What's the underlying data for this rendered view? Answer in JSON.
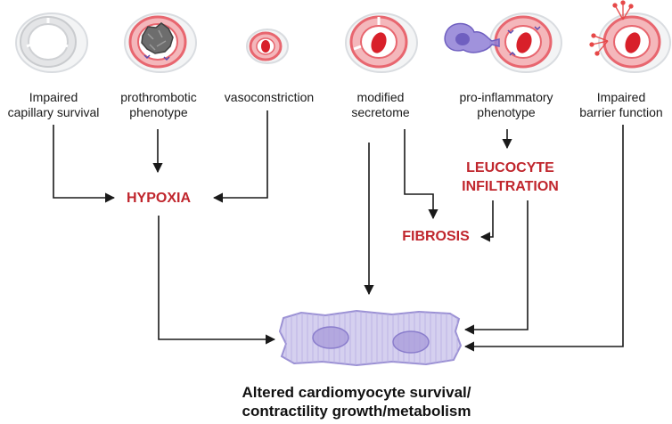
{
  "colors": {
    "vessel_wall": "#e8666f",
    "vessel_wall_light": "#f4b7bb",
    "lumen_border": "#d9dce0",
    "red_blood_cell": "#d8202a",
    "thrombus": "#6d6d6d",
    "inflammatory_cell": "#8f7fd6",
    "cardiomyocyte": "#d5d0ef",
    "cardiomyocyte_stroke": "#9b91d4",
    "outcome_text": "#c0262d",
    "arrow": "#1a1a1a"
  },
  "vessel_states": [
    {
      "id": "impaired-capillary-survival",
      "label_line1": "Impaired",
      "label_line2": "capillary survival"
    },
    {
      "id": "prothrombotic-phenotype",
      "label_line1": "prothrombotic",
      "label_line2": "phenotype"
    },
    {
      "id": "vasoconstriction",
      "label_line1": "vasoconstriction",
      "label_line2": ""
    },
    {
      "id": "modified-secretome",
      "label_line1": "modified",
      "label_line2": "secretome"
    },
    {
      "id": "pro-inflammatory-phenotype",
      "label_line1": "pro-inflammatory",
      "label_line2": "phenotype"
    },
    {
      "id": "impaired-barrier-function",
      "label_line1": "Impaired",
      "label_line2": "barrier function"
    }
  ],
  "outcomes": {
    "hypoxia": "HYPOXIA",
    "leucocyte_line1": "LEUCOCYTE",
    "leucocyte_line2": "INFILTRATION",
    "fibrosis": "FIBROSIS"
  },
  "final_outcome": {
    "line1": "Altered cardiomyocyte survival/",
    "line2": "contractility growth/metabolism"
  }
}
